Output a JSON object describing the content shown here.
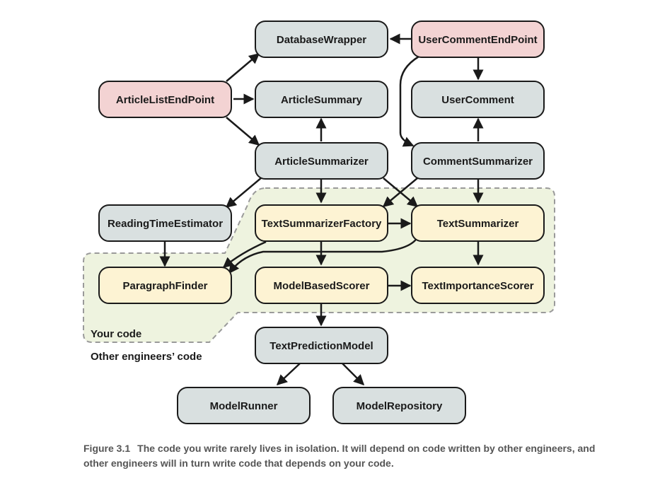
{
  "colors": {
    "your_code_region": "#eef3df",
    "your_code_border": "#9a9a9a",
    "endpoint_fill": "#f3d3d3",
    "other_fill": "#d9e0e0",
    "yours_fill": "#fdf3d3",
    "node_border": "#1a1a1a",
    "arrow": "#1a1a1a"
  },
  "regions": {
    "your_code": "Your code",
    "other_code": "Other engineers’ code"
  },
  "nodes": {
    "database_wrapper": "DatabaseWrapper",
    "user_comment_endpoint": "UserCommentEndPoint",
    "article_list_endpoint": "ArticleListEndPoint",
    "article_summary": "ArticleSummary",
    "user_comment": "UserComment",
    "article_summarizer": "ArticleSummarizer",
    "comment_summarizer": "CommentSummarizer",
    "reading_time_estimator": "ReadingTimeEstimator",
    "text_summarizer_factory": "TextSummarizerFactory",
    "text_summarizer": "TextSummarizer",
    "paragraph_finder": "ParagraphFinder",
    "model_based_scorer": "ModelBasedScorer",
    "text_importance_scorer": "TextImportanceScorer",
    "text_prediction_model": "TextPredictionModel",
    "model_runner": "ModelRunner",
    "model_repository": "ModelRepository"
  },
  "caption": {
    "figure_number": "Figure 3.1",
    "text": "The code you write rarely lives in isolation. It will depend on code written by other engineers, and other engineers will in turn write code that depends on your code."
  }
}
